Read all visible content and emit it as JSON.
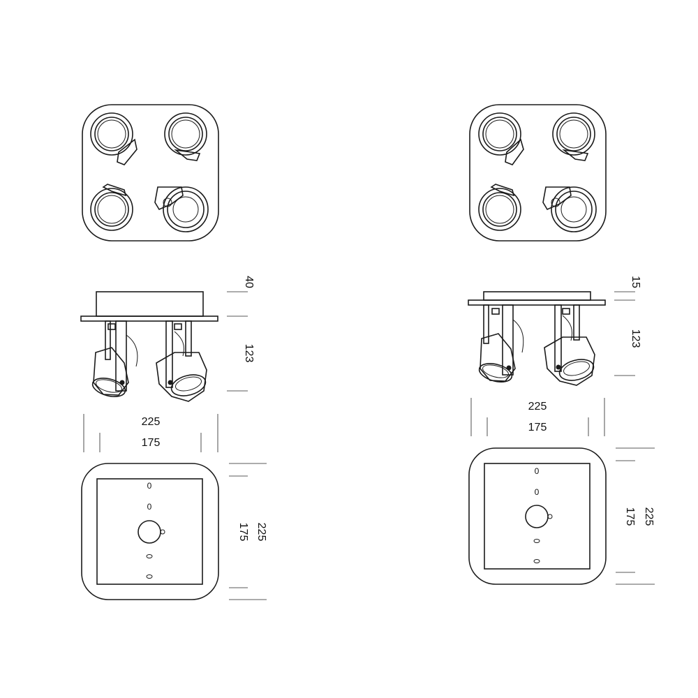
{
  "variants": [
    {
      "name_hidden": "",
      "dims": {
        "height_top": "40",
        "height_spot": "123",
        "width_outer": "225",
        "width_inner": "175",
        "base_inner": "175",
        "base_outer": "225"
      },
      "hole_labels": [
        "0",
        "0"
      ]
    },
    {
      "name_hidden": "",
      "dims": {
        "height_top": "15",
        "height_spot": "123",
        "width_outer": "225",
        "width_inner": "175",
        "base_inner": "175",
        "base_outer": "225"
      },
      "hole_labels": [
        "0",
        "0"
      ]
    }
  ]
}
